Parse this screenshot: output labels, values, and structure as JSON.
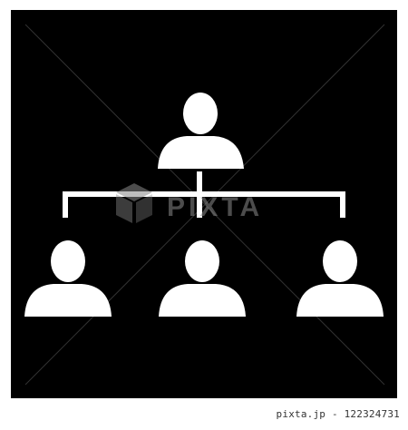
{
  "colors": {
    "page_background": "#ffffff",
    "tile_background": "#000000",
    "icon_fill": "#ffffff",
    "watermark_gray": "#8a8a8a",
    "credit_text": "#333333"
  },
  "watermark": {
    "text": "PIXTA",
    "icon": "pixta-cube-logo"
  },
  "footer": {
    "credit_id": "pixta.jp - 122324731"
  },
  "icons": {
    "tile": "org-chart-icon",
    "people": [
      "person-icon",
      "person-icon",
      "person-icon",
      "person-icon"
    ],
    "connector": "hierarchy-connector-lines"
  }
}
